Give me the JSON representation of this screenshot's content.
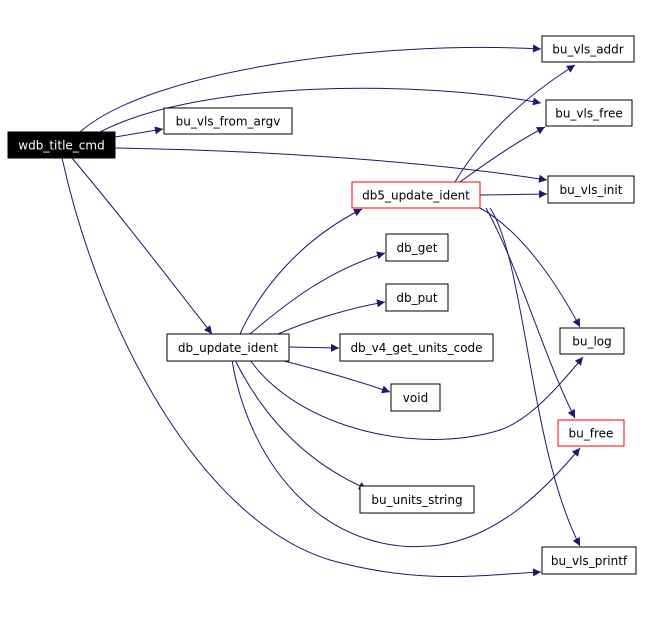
{
  "nodes": {
    "wdb_title_cmd": "wdb_title_cmd",
    "bu_vls_from_argv": "bu_vls_from_argv",
    "bu_vls_addr": "bu_vls_addr",
    "bu_vls_free": "bu_vls_free",
    "bu_vls_init": "bu_vls_init",
    "db5_update_ident": "db5_update_ident",
    "db_get": "db_get",
    "db_put": "db_put",
    "db_update_ident": "db_update_ident",
    "db_v4_get_units_code": "db_v4_get_units_code",
    "void": "void",
    "bu_log": "bu_log",
    "bu_free": "bu_free",
    "bu_units_string": "bu_units_string",
    "bu_vls_printf": "bu_vls_printf"
  },
  "colors": {
    "edge": "#191970",
    "root_fill": "#000000",
    "root_text": "#ffffff",
    "node_border": "#000000",
    "truncated_border": "#ff0000"
  }
}
